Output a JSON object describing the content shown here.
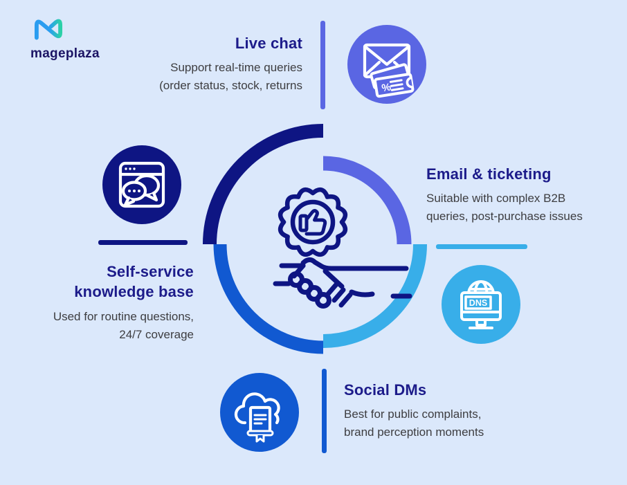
{
  "brand": {
    "name": "mageplaza"
  },
  "colors": {
    "background": "#dbe8fb",
    "heading": "#1c1b8a",
    "body_text": "#3d3d40",
    "navy": "#0e1583",
    "purple_blue": "#5a66e3",
    "royal_blue": "#1159d1",
    "light_blue": "#38aee9",
    "logo_blue": "#2a9df0",
    "logo_teal": "#2bd0a8"
  },
  "center": {
    "icon": "quality-badge-handshake"
  },
  "sections": {
    "live_chat": {
      "title": "Live chat",
      "desc_line1": "Support real-time queries",
      "desc_line2": "(order status, stock, returns",
      "icon": "envelope-tickets-icon",
      "ticket_glyph": "%"
    },
    "email_ticketing": {
      "title": "Email & ticketing",
      "desc_line1": "Suitable with complex B2B",
      "desc_line2": "queries, post-purchase issues",
      "icon": "dns-monitor-icon",
      "dns_label": "DNS"
    },
    "self_service": {
      "title_line1": "Self-service",
      "title_line2": "knowledge base",
      "desc_line1": "Used for routine questions,",
      "desc_line2": "24/7 coverage",
      "icon": "browser-chat-icon"
    },
    "social_dms": {
      "title": "Social DMs",
      "desc_line1": "Best for public complaints,",
      "desc_line2": "brand perception moments",
      "icon": "cloud-book-icon"
    }
  }
}
